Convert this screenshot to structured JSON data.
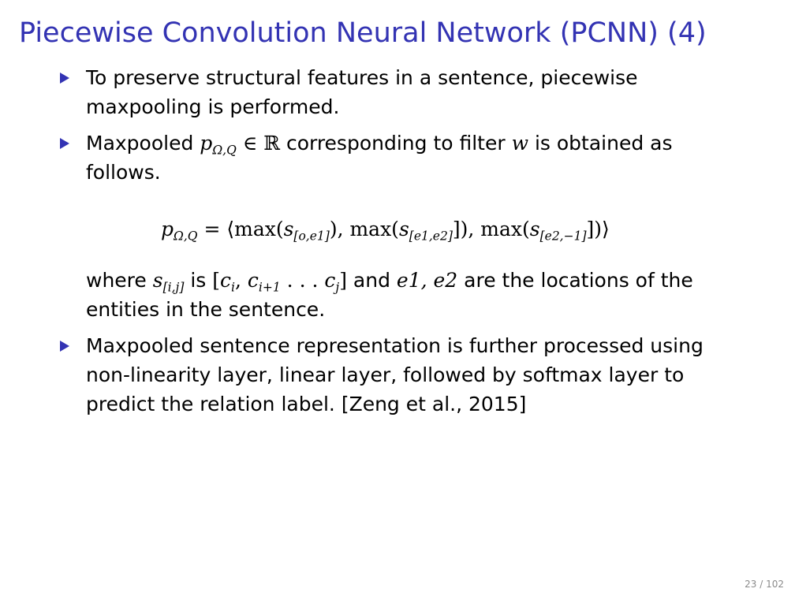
{
  "slide": {
    "title": "Piecewise Convolution Neural Network (PCNN) (4)",
    "bullet1": {
      "line1": "To preserve structural features in a sentence, piecewise",
      "line2": "maxpooling is performed."
    },
    "bullet2": {
      "text_a": "Maxpooled ",
      "math_p": "p",
      "math_p_sub": "Ω,Q",
      "math_in": " ∈ ℝ",
      "text_b": " corresponding to filter ",
      "math_w": "w",
      "text_c": " is obtained as",
      "line2": "follows."
    },
    "equation": {
      "lhs": "p",
      "lhs_sub": "Ω,Q",
      "eq": " = ⟨max(",
      "s1": "s",
      "s1_sub": "[o,e1]",
      "mid1": "), max(",
      "s2": "s",
      "s2_sub": "[e1,e2]",
      "mid2": "]), max(",
      "s3": "s",
      "s3_sub": "[e2,−1]",
      "end": "])⟩"
    },
    "where": {
      "text_a": "where ",
      "s": "s",
      "s_sub": "[i,j]",
      "text_b": " is ",
      "bracket_open": "[",
      "c1": "c",
      "c1_sub": "i",
      "comma": ", ",
      "c2": "c",
      "c2_sub": "i+1",
      "dots": " . . . ",
      "c3": "c",
      "c3_sub": "j",
      "bracket_close": "]",
      "text_c": " and ",
      "ents": "e1, e2",
      "text_d": " are the locations of the",
      "line2": "entities in the sentence."
    },
    "bullet3": {
      "line1": "Maxpooled sentence representation is further processed using",
      "line2": "non-linearity layer, linear layer, followed by softmax layer to",
      "line3": "predict the relation label. [Zeng et al., 2015]"
    },
    "page_number": "23 / 102"
  },
  "colors": {
    "title": "#3333b3",
    "bullet": "#3333b3",
    "page_number": "#8a8a8a"
  }
}
